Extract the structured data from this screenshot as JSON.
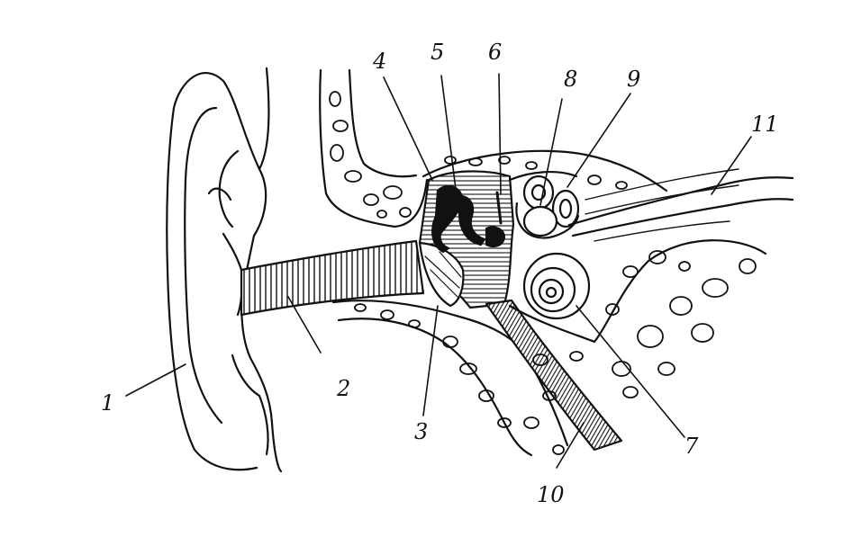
{
  "diagram": {
    "labels": [
      {
        "id": "1",
        "text": "1"
      },
      {
        "id": "2",
        "text": "2"
      },
      {
        "id": "3",
        "text": "3"
      },
      {
        "id": "4",
        "text": "4"
      },
      {
        "id": "5",
        "text": "5"
      },
      {
        "id": "6",
        "text": "6"
      },
      {
        "id": "7",
        "text": "7"
      },
      {
        "id": "8",
        "text": "8"
      },
      {
        "id": "9",
        "text": "9"
      },
      {
        "id": "10",
        "text": "10"
      },
      {
        "id": "11",
        "text": "11"
      }
    ],
    "colors": {
      "ink": "#111111",
      "paper": "#ffffff"
    }
  }
}
